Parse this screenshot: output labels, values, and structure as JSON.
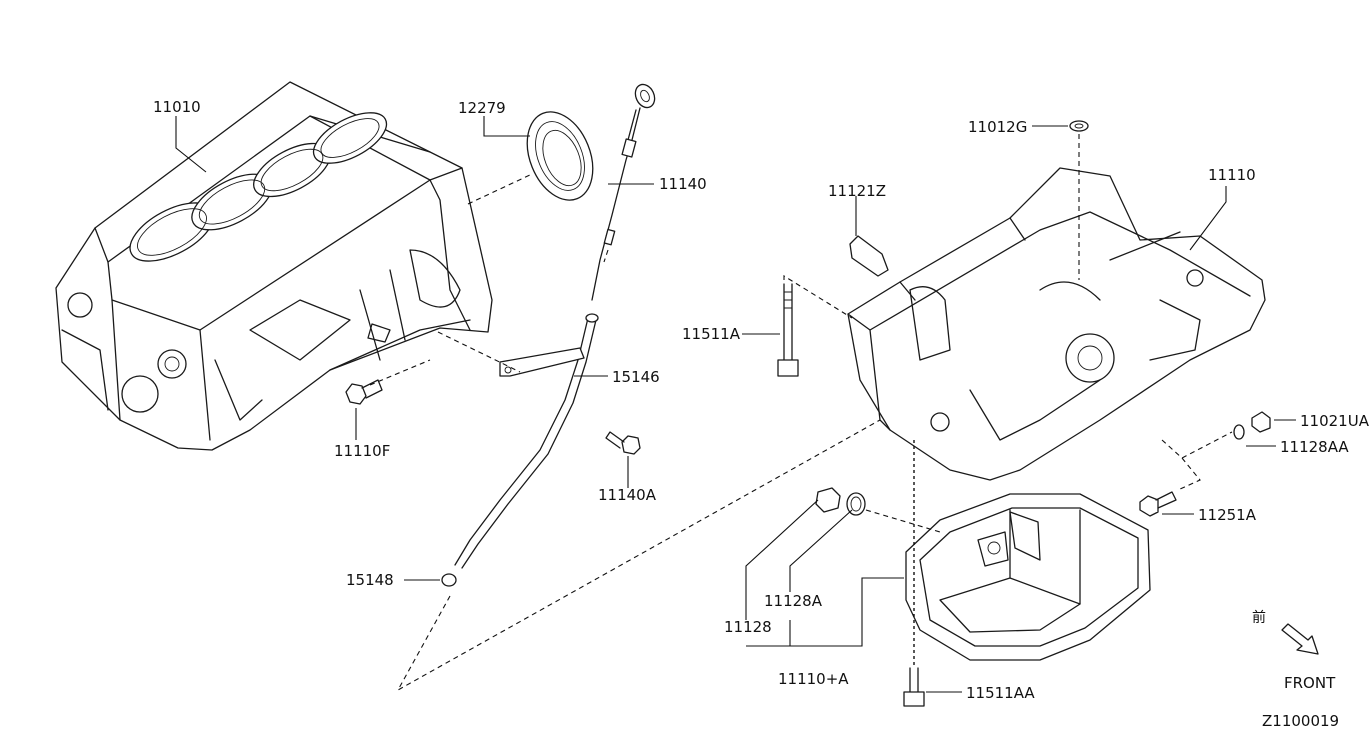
{
  "labels": {
    "p11010": "11010",
    "p12279": "12279",
    "p11140": "11140",
    "p15146": "15146",
    "p11110F": "11110F",
    "p11140A": "11140A",
    "p15148": "15148",
    "p11012G": "11012G",
    "p11121Z": "11121Z",
    "p11110": "11110",
    "p11511A": "11511A",
    "p11021UA": "11021UA",
    "p11128AA": "11128AA",
    "p11251A": "11251A",
    "p11128": "11128",
    "p11128A": "11128A",
    "p11110A": "11110+A",
    "p11511AA": "11511AA"
  },
  "front_label": "FRONT",
  "front_symbol": "前",
  "diagram_code": "Z1100019"
}
